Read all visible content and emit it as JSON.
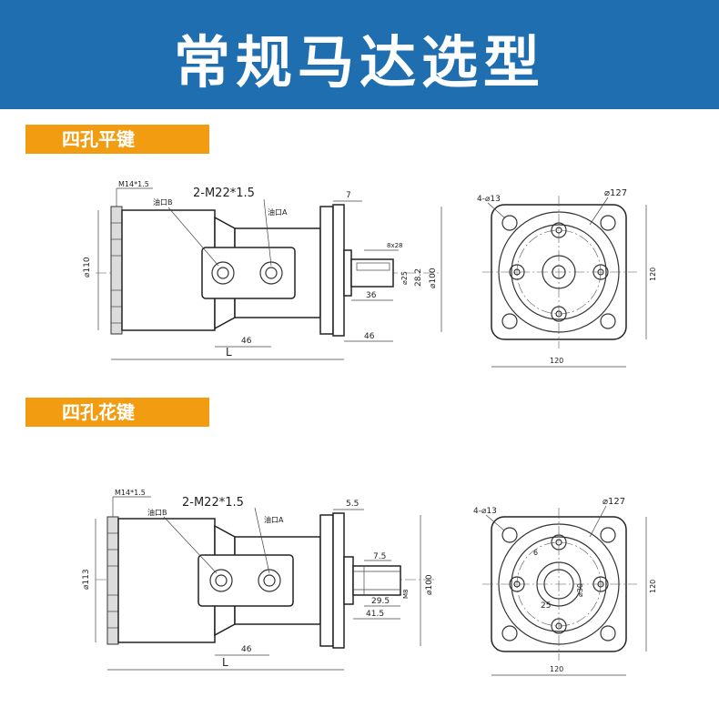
{
  "header": {
    "title": "常规马达选型"
  },
  "sections": [
    {
      "label": "四孔平键",
      "side_view": {
        "thread_port": "M14*1.5",
        "ports": "2-M22*1.5",
        "port_b": "油口B",
        "port_a": "油口A",
        "diameter": "⌀110",
        "flange_thickness": "7",
        "key": "8x28",
        "shaft_dia": "⌀25",
        "key_height": "28.2",
        "pilot_dia": "⌀100",
        "key_length": "36",
        "port_spacing": "46",
        "shaft_length": "46",
        "overall_length": "L"
      },
      "front_view": {
        "mount_holes": "4-⌀13",
        "bolt_circle": "⌀127",
        "height": "120",
        "width": "120"
      }
    },
    {
      "label": "四孔花键",
      "side_view": {
        "thread_port": "M14*1.5",
        "ports": "2-M22*1.5",
        "port_b": "油口B",
        "port_a": "油口A",
        "diameter": "⌀113",
        "flange_thickness": "5.5",
        "spline_offset": "7.5",
        "pilot_dia": "⌀100",
        "thread": "M8",
        "spline_length": "29.5",
        "shaft_length": "41.5",
        "port_spacing": "46",
        "overall_length": "L"
      },
      "front_view": {
        "mount_holes": "4-⌀13",
        "bolt_circle": "⌀127",
        "spline_width": "6",
        "spline_dia": "⌀30",
        "spline_inner": "25",
        "height": "120",
        "width": "120"
      }
    }
  ]
}
